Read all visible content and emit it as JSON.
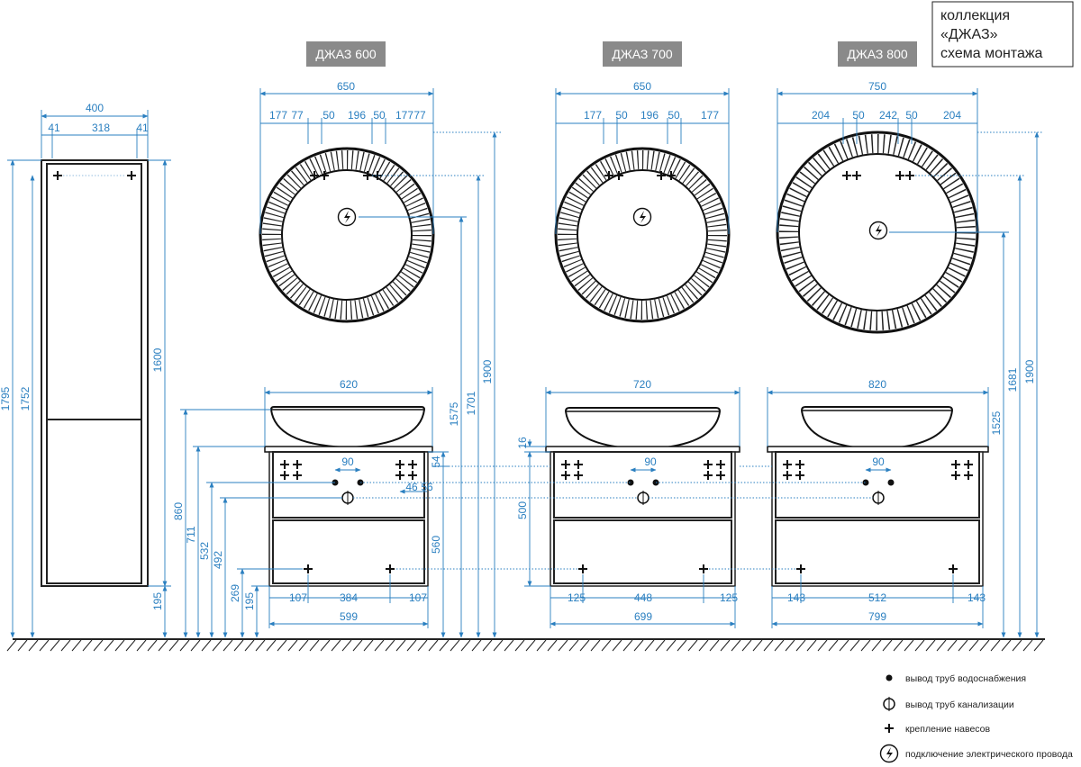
{
  "title": {
    "line1": "коллекция",
    "line2": "«ДЖАЗ»",
    "line3": "схема монтажа"
  },
  "colors": {
    "dimension": "#2a7fc0",
    "outline": "#222222",
    "tab": "#8a8a8a"
  },
  "cabinet": {
    "total_width": "400",
    "side_left": "41",
    "inner": "318",
    "side_right": "41",
    "height_total": "1795",
    "height_mount": "1752",
    "height_body": "1600",
    "height_floor": "195"
  },
  "models": [
    {
      "name": "ДЖАЗ 600",
      "mirror": {
        "width": "650",
        "segments": [
          "177",
          "77",
          "50",
          "196",
          "50",
          "177",
          "77"
        ],
        "h_mount": "1701",
        "h_top": "1900",
        "h_socket": "1575"
      },
      "vanity": {
        "top_width": "620",
        "tap": "90",
        "pipe_a": "46",
        "pipe_b": "56",
        "body_width": "599",
        "leg_left": "107",
        "leg_mid": "384",
        "leg_right": "107",
        "h_total": "860",
        "h_711": "711",
        "h_532": "532",
        "h_492": "492",
        "h_269": "269",
        "h_195": "195",
        "h_560": "560",
        "h_54": "54"
      }
    },
    {
      "name": "ДЖАЗ 700",
      "mirror": {
        "width": "650",
        "segments": [
          "177",
          "50",
          "196",
          "50",
          "177"
        ]
      },
      "vanity": {
        "top_width": "720",
        "tap": "90",
        "h_16": "16",
        "h_500": "500",
        "body_width": "699",
        "leg_left": "125",
        "leg_mid": "448",
        "leg_right": "125"
      }
    },
    {
      "name": "ДЖАЗ 800",
      "mirror": {
        "width": "750",
        "segments": [
          "204",
          "50",
          "242",
          "50",
          "204"
        ],
        "h_mount": "1681",
        "h_top": "1900",
        "h_socket": "1525"
      },
      "vanity": {
        "top_width": "820",
        "tap": "90",
        "body_width": "799",
        "leg_left": "143",
        "leg_mid": "512",
        "leg_right": "143"
      }
    }
  ],
  "legend": [
    {
      "icon": "water-dot-icon",
      "label": "вывод труб водоснабжения"
    },
    {
      "icon": "drain-circle-icon",
      "label": "вывод труб канализации"
    },
    {
      "icon": "mount-cross-icon",
      "label": "крепление навесов"
    },
    {
      "icon": "electric-icon",
      "label": "подключение электрического провода"
    }
  ]
}
